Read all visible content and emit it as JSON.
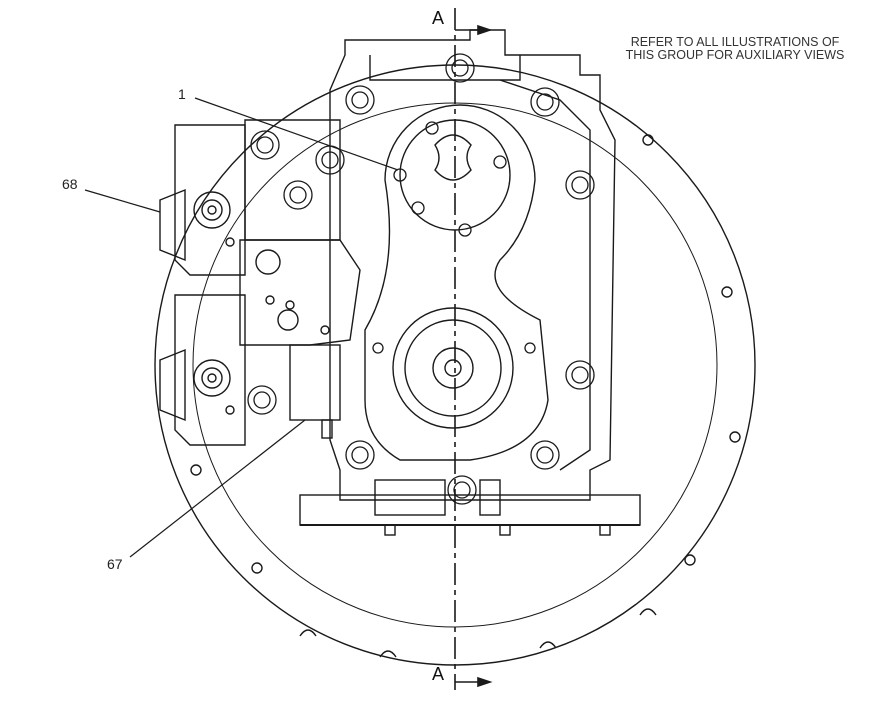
{
  "note": {
    "line1": "REFER TO ALL ILLUSTRATIONS OF",
    "line2": "THIS GROUP FOR AUXILIARY VIEWS"
  },
  "section": {
    "top": "A",
    "bottom": "A"
  },
  "callouts": [
    {
      "id": "1",
      "text": "1"
    },
    {
      "id": "68",
      "text": "68"
    },
    {
      "id": "67",
      "text": "67"
    }
  ],
  "colors": {
    "line": "#1a1a1a",
    "background": "#ffffff"
  }
}
